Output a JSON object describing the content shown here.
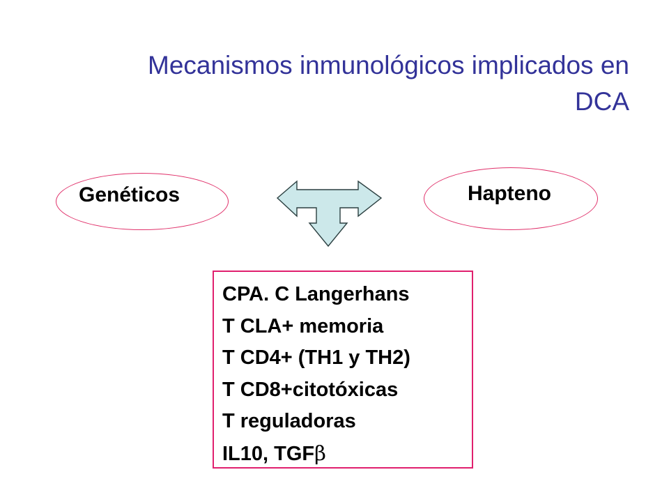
{
  "slide": {
    "title_lines": [
      "Mecanismos inmunológicos implicados en",
      "DCA"
    ],
    "nodes": {
      "left": "Genéticos",
      "right": "Hapteno"
    },
    "mechanisms": [
      "CPA. C Langerhans",
      "T CLA+ memoria",
      "T CD4+ (TH1 y TH2)",
      "T CD8+citotóxicas",
      "T reguladoras"
    ],
    "last_mechanism_prefix": "IL10, TGF",
    "last_mechanism_symbol": "β"
  },
  "colors": {
    "title": "#333399",
    "ellipse_border": "#e0306a",
    "box_border": "#e0206e",
    "arrow_fill": "#cce8ea",
    "arrow_stroke": "#2b3f40"
  }
}
